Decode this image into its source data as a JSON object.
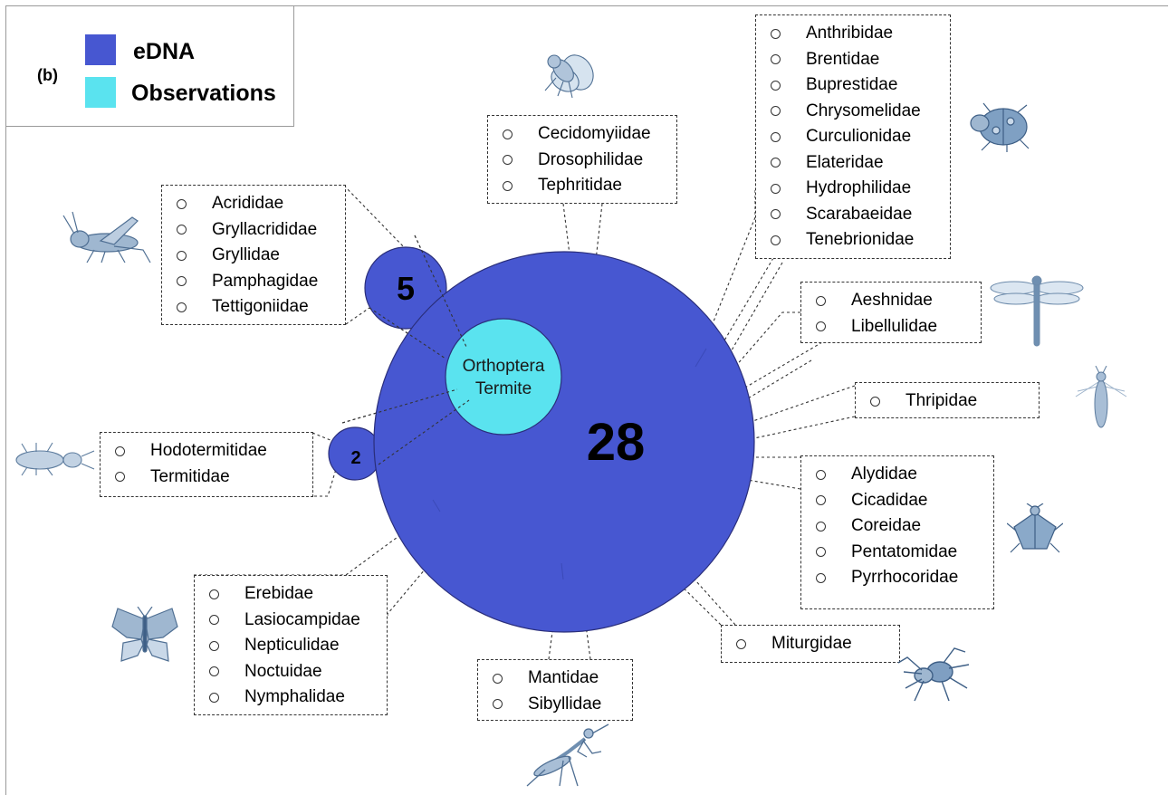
{
  "panel_label": "(b)",
  "legend": {
    "edna": {
      "label": "eDNA",
      "color": "#4757d1"
    },
    "observations": {
      "label": "Observations",
      "color": "#5ae3ef"
    }
  },
  "circles": {
    "main": {
      "value": "28"
    },
    "orthoptera": {
      "value": "5"
    },
    "termite": {
      "value": "2"
    },
    "observed": {
      "line1": "Orthoptera",
      "line2": "Termite"
    }
  },
  "groups": [
    {
      "id": "orthoptera",
      "icon": "grasshopper-icon",
      "families": [
        "Acrididae",
        "Gryllacrididae",
        "Gryllidae",
        "Pamphagidae",
        "Tettigoniidae"
      ]
    },
    {
      "id": "termites",
      "icon": "termite-icon",
      "families": [
        "Hodotermitidae",
        "Termitidae"
      ]
    },
    {
      "id": "diptera",
      "icon": "fly-icon",
      "families": [
        "Cecidomyiidae",
        "Drosophilidae",
        "Tephritidae"
      ]
    },
    {
      "id": "coleoptera",
      "icon": "beetle-icon",
      "families": [
        "Anthribidae",
        "Brentidae",
        "Buprestidae",
        "Chrysomelidae",
        "Curculionidae",
        "Elateridae",
        "Hydrophilidae",
        "Scarabaeidae",
        "Tenebrionidae"
      ]
    },
    {
      "id": "odonata",
      "icon": "dragonfly-icon",
      "families": [
        "Aeshnidae",
        "Libellulidae"
      ]
    },
    {
      "id": "thysanoptera",
      "icon": "thrips-icon",
      "families": [
        "Thripidae"
      ]
    },
    {
      "id": "hemiptera",
      "icon": "shield-bug-icon",
      "families": [
        "Alydidae",
        "Cicadidae",
        "Coreidae",
        "Pentatomidae",
        "Pyrrhocoridae"
      ]
    },
    {
      "id": "araneae",
      "icon": "spider-icon",
      "families": [
        "Miturgidae"
      ]
    },
    {
      "id": "mantodea",
      "icon": "mantis-icon",
      "families": [
        "Mantidae",
        "Sibyllidae"
      ]
    },
    {
      "id": "lepidoptera",
      "icon": "butterfly-icon",
      "families": [
        "Erebidae",
        "Lasiocampidae",
        "Nepticulidae",
        "Noctuidae",
        "Nymphalidae"
      ]
    }
  ]
}
